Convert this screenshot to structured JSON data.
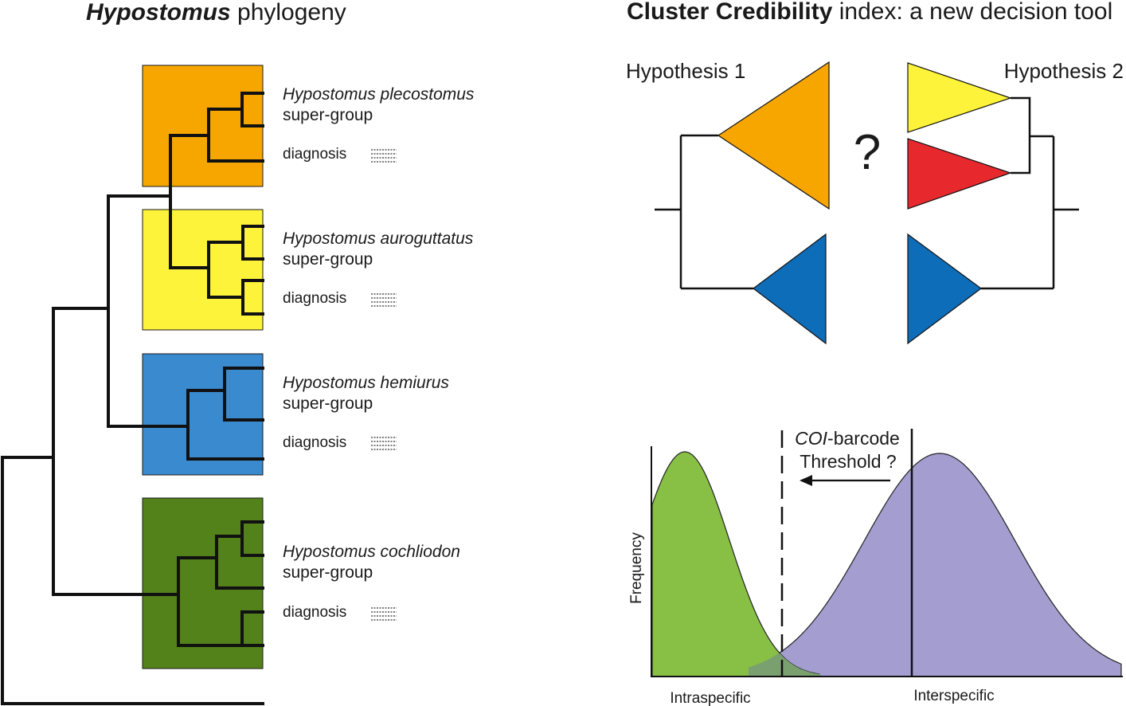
{
  "left_panel": {
    "title_italic": "Hypostomus",
    "title_rest": " phylogeny",
    "groups": [
      {
        "species": "Hypostomus plecostomus",
        "group_label": "super-group",
        "diagnosis_label": "diagnosis",
        "color": "#f7a600"
      },
      {
        "species": "Hypostomus auroguttatus",
        "group_label": "super-group",
        "diagnosis_label": "diagnosis",
        "color": "#fdf33a"
      },
      {
        "species": "Hypostomus hemiurus",
        "group_label": "super-group",
        "diagnosis_label": "diagnosis",
        "color": "#3a8ad0"
      },
      {
        "species": "Hypostomus cochliodon",
        "group_label": "super-group",
        "diagnosis_label": "diagnosis",
        "color": "#53821a"
      }
    ]
  },
  "right_panel": {
    "title_bold": "Cluster Credibility",
    "title_rest": " index: a new decision tool",
    "hypothesis_1": "Hypothesis 1",
    "hypothesis_2": "Hypothesis 2",
    "question_mark": "?",
    "colors": {
      "orange": "#f7a600",
      "yellow": "#fdf33a",
      "red": "#e7292e",
      "blue": "#0e6db8"
    },
    "chart": {
      "ylabel": "Frequency",
      "xlabel_left": "Intraspecific",
      "xlabel_right": "Interspecific",
      "threshold_italic": "COI",
      "threshold_rest": "-barcode",
      "threshold_line2": "Threshold ?",
      "colors": {
        "intraspecific": "#88c045",
        "interspecific": "#a49dd0",
        "overlap": "#7aa070"
      }
    }
  }
}
